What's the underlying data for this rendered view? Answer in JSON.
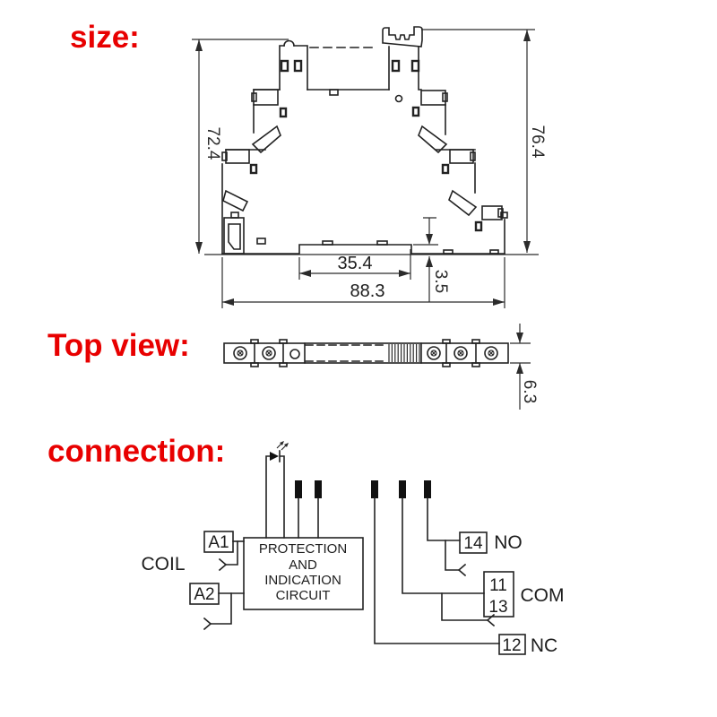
{
  "colors": {
    "label_red": "#e80000",
    "line_dark": "#222222",
    "dim_text": "#2b2b2b"
  },
  "sections": {
    "size": {
      "label": "size:"
    },
    "top_view": {
      "label": "Top view:"
    },
    "connection": {
      "label": "connection:"
    }
  },
  "size_drawing": {
    "dim_height_left": "72.4",
    "dim_height_right": "76.4",
    "dim_width_inner": "35.4",
    "dim_width_overall": "88.3",
    "dim_recess_height": "3.5"
  },
  "top_view_drawing": {
    "dim_thickness": "6.3"
  },
  "connection_diagram": {
    "coil_label": "COIL",
    "terminal_a1": "A1",
    "terminal_a2": "A2",
    "terminal_14": "14",
    "terminal_11": "11",
    "terminal_13": "13",
    "terminal_12": "12",
    "label_no": "NO",
    "label_com": "COM",
    "label_nc": "NC",
    "circuit_line1": "PROTECTION",
    "circuit_line2": "AND",
    "circuit_line3": "INDICATION",
    "circuit_line4": "CIRCUIT"
  }
}
